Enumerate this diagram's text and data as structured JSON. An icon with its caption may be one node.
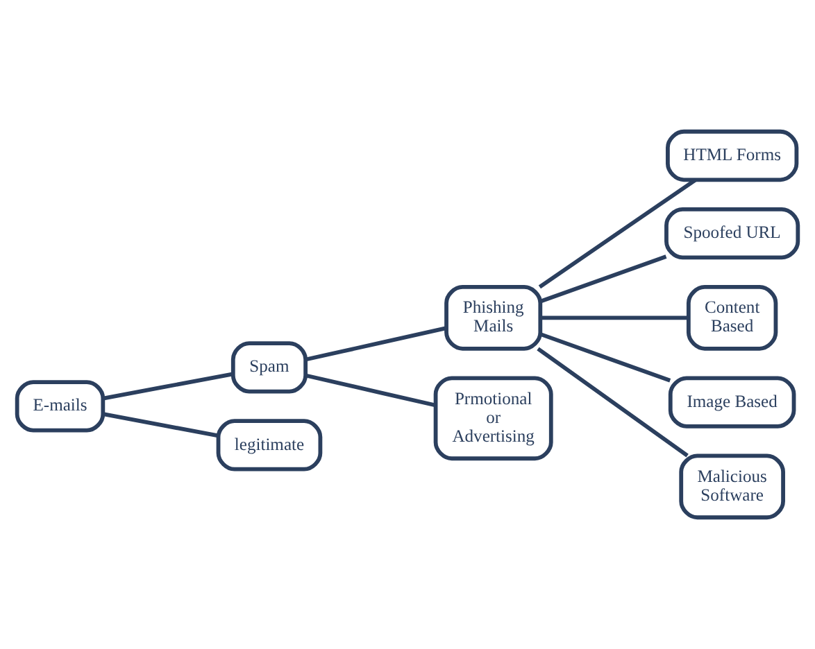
{
  "diagram": {
    "nodes": [
      {
        "text": [
          "E-mails"
        ]
      },
      {
        "text": [
          "Spam"
        ]
      },
      {
        "text": [
          "legitimate"
        ]
      },
      {
        "text": [
          "Phishing Mails"
        ]
      },
      {
        "text": [
          "Prmotional or Advertising"
        ]
      },
      {
        "text": [
          "HTML Forms"
        ]
      },
      {
        "text": [
          "Spoofed URL"
        ]
      },
      {
        "text": [
          "Content Based"
        ]
      },
      {
        "text": [
          "Image Based"
        ]
      },
      {
        "text": [
          "Malicious Software"
        ]
      }
    ],
    "edges": [
      {
        "from": 0,
        "to": 1,
        "arrow": "none"
      },
      {
        "from": 0,
        "to": 2,
        "arrow": "none"
      },
      {
        "from": 1,
        "to": 3,
        "arrow": "none"
      },
      {
        "from": 1,
        "to": 4,
        "arrow": "none"
      },
      {
        "from": 3,
        "to": 5,
        "arrow": "none"
      },
      {
        "from": 3,
        "to": 6,
        "arrow": "none"
      },
      {
        "from": 3,
        "to": 7,
        "arrow": "none"
      },
      {
        "from": 3,
        "to": 8,
        "arrow": "none"
      },
      {
        "from": 3,
        "to": 9,
        "arrow": "none"
      }
    ]
  }
}
